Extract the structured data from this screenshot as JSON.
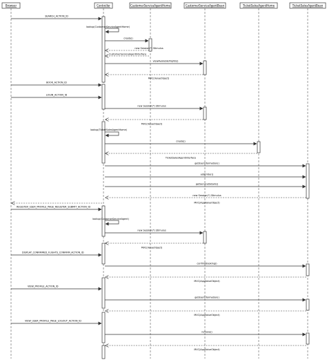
{
  "participants": [
    {
      "id": "browser",
      "label": "Browser"
    },
    {
      "id": "controller",
      "label": "Controller"
    },
    {
      "id": "csa_home",
      "label": "CustomerServiceAgentHome"
    },
    {
      "id": "csa_bean",
      "label": "CustomerServiceAgentBean"
    },
    {
      "id": "ticket_home",
      "label": "TicketSalesAgentHome"
    },
    {
      "id": "ticket_bean",
      "label": "TicketSalesAgentBean"
    }
  ],
  "messages": [
    {
      "label": "SEARCH_ACTION_ID"
    },
    {
      "label": "lookup(CustomerServiceAgentHome)"
    },
    {
      "label": "create()"
    },
    {
      "label": "new Session(*) Stimulus"
    },
    {
      "label": "CustomerServiceAgentInterface"
    },
    {
      "label": "viewAvailableFlights()"
    },
    {
      "label": "MVC(ValueObject)"
    },
    {
      "label": "BOOK_ACTION_ID"
    },
    {
      "label": "LOGIN_ACTION_ID"
    },
    {
      "label": "new Session(*) Stimulus"
    },
    {
      "label": "MVC(ValueObject)"
    },
    {
      "label": "lookup(TicketSalesAgentHome)"
    },
    {
      "label": "create()"
    },
    {
      "label": "TicketSalesAgentInterface"
    },
    {
      "label": "getUserInformation()"
    },
    {
      "label": "addOrder()"
    },
    {
      "label": "getServiceDetails()"
    },
    {
      "label": "new Session(*) Stimulus"
    },
    {
      "label": "MVC(AppValueObject)"
    },
    {
      "label": "REGISTER_USER_PROFILE_PAGE_REGISTER_SUBMIT_ACTION_ID"
    },
    {
      "label": "lookup(CustomerServiceAgent)"
    },
    {
      "label": "new Session(*) Stimulus"
    },
    {
      "label": "MVC(ValueObject)"
    },
    {
      "label": "DISPLAY_CONFIRMED_FLIGHTS_CONFIRM_ACTION_ID"
    },
    {
      "label": "confirmBooking()"
    },
    {
      "label": "MVC(AppValueObject)"
    },
    {
      "label": "VIEW_PROFILE_ACTION_ID"
    },
    {
      "label": "getUserInformation()"
    },
    {
      "label": "MVC(AppValueObject)"
    },
    {
      "label": "VIEW_USER_PROFILE_PAGE_LOGOUT_ACTION_ID"
    },
    {
      "label": "remove()"
    },
    {
      "label": "MVC(AppValueObject)"
    }
  ]
}
